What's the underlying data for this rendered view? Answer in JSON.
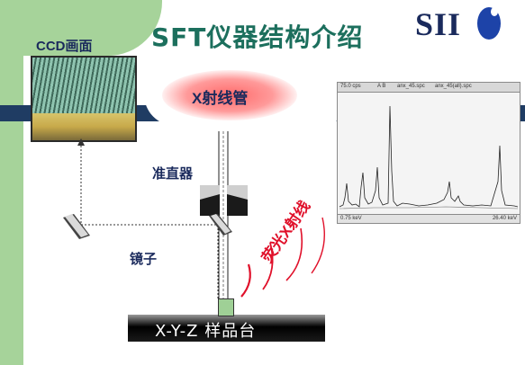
{
  "title": "SFT仪器结构介绍",
  "logo": {
    "text": "SII"
  },
  "ccd": {
    "label": "CCD画面"
  },
  "xray_tube": {
    "label": "X射线管"
  },
  "collimator": {
    "label": "准直器"
  },
  "mirror": {
    "label": "镜子"
  },
  "fluorescent": {
    "label": "荧光X射线"
  },
  "stage": {
    "label": "X-Y-Z 样品台"
  },
  "spectrum": {
    "header": [
      "75.0 cps",
      "A B",
      "anx_45.spc",
      "anx_45(all).spc"
    ],
    "footer_left": "0.75 keV",
    "footer_right": "26.40 keV"
  },
  "colors": {
    "accent_green": "#a6d39a",
    "bar_blue": "#1f3c63",
    "title_teal": "#1c6f5d",
    "fluor_red": "#e0102a"
  }
}
